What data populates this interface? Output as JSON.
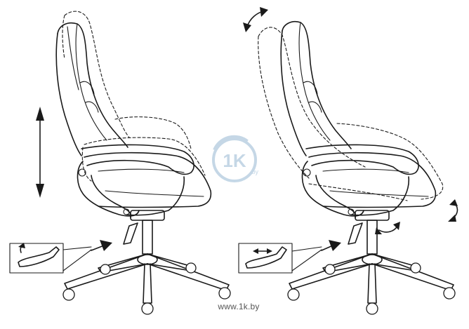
{
  "watermark": {
    "site": "www.1k.by",
    "logo_text": "1K",
    "logo_suffix": ".by"
  },
  "figures": [
    {
      "id": "left",
      "shows": "seat-height-adjustment",
      "inset_icon": "gas-lift-lever-icon"
    },
    {
      "id": "right",
      "shows": "tilt-adjustment",
      "inset_icon": "tilt-lever-icon"
    }
  ],
  "colors": {
    "line": "#1a1a1a",
    "background": "#ffffff",
    "watermark": "#7fa8c9"
  }
}
